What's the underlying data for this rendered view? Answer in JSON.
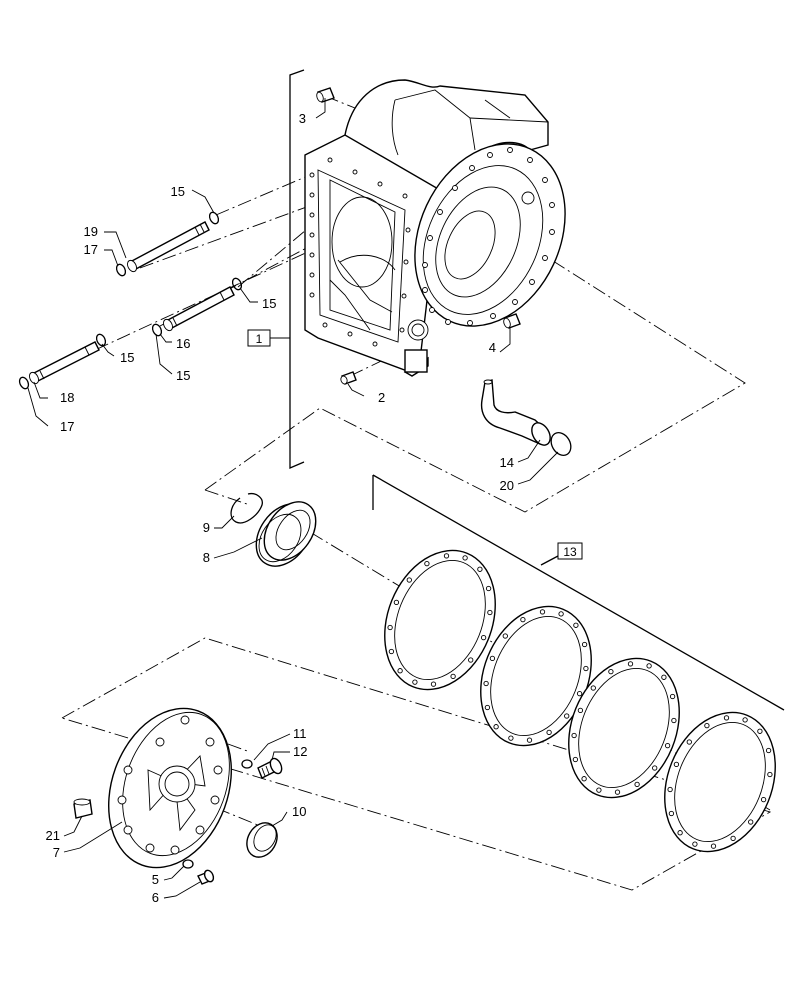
{
  "callouts": {
    "c1": "1",
    "c2": "2",
    "c3": "3",
    "c4": "4",
    "c5": "5",
    "c6": "6",
    "c7": "7",
    "c8": "8",
    "c9": "9",
    "c10": "10",
    "c11": "11",
    "c12": "12",
    "c13": "13",
    "c14": "14",
    "c15a": "15",
    "c15b": "15",
    "c15c": "15",
    "c15d": "15",
    "c16": "16",
    "c17a": "17",
    "c17b": "17",
    "c18": "18",
    "c19": "19",
    "c20": "20",
    "c21": "21"
  }
}
